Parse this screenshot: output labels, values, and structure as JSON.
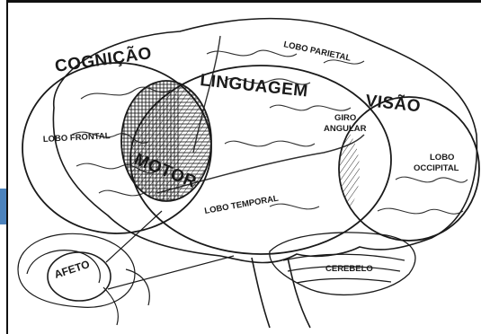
{
  "diagram": {
    "regions": {
      "cognition": "COGNIÇÃO",
      "language": "LINGUAGEM",
      "vision": "VISÃO",
      "motor": "MOTOR",
      "affect": "AFETO"
    },
    "lobes": {
      "parietal": "LOBO PARIETAL",
      "frontal": "LOBO FRONTAL",
      "temporal": "LOBO TEMPORAL",
      "occipital_line1": "LOBO",
      "occipital_line2": "OCCIPITAL",
      "angular_line1": "GIRO",
      "angular_line2": "ANGULAR",
      "cerebellum": "CEREBELO"
    },
    "colors": {
      "ink": "#1a1a1a",
      "background": "#ffffff",
      "frame": "#111111",
      "left_edge_accent": "#2b6cb0"
    }
  }
}
